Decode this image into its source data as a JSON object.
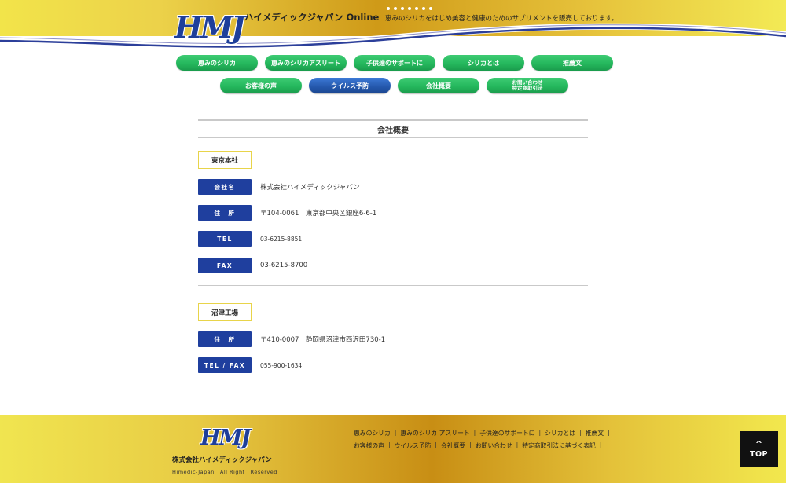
{
  "header": {
    "logo": "HMJ",
    "site_title": "ハイメディックジャパン Online",
    "tagline": "恵みのシリカをはじめ美容と健康のためのサプリメントを販売しております。"
  },
  "nav": {
    "row1": [
      {
        "label": "恵みのシリカ"
      },
      {
        "label": "恵みのシリカアスリート"
      },
      {
        "label": "子供達のサポートに"
      },
      {
        "label": "シリカとは"
      },
      {
        "label": "推薦文"
      }
    ],
    "row2": [
      {
        "label": "お客様の声"
      },
      {
        "label": "ウイルス予防"
      },
      {
        "label": "会社概要"
      },
      {
        "label_line1": "お問い合わせ",
        "label_line2": "特定商取引法"
      }
    ]
  },
  "main": {
    "title": "会社概要",
    "tokyo": {
      "heading": "東京本社",
      "rows": [
        {
          "label": "会社名",
          "value": "株式会社ハイメディックジャパン"
        },
        {
          "label": "住　所",
          "value": "〒104-0061　東京都中央区銀座6-6-1"
        },
        {
          "label": "TEL",
          "value": "03-6215-8851"
        },
        {
          "label": "FAX",
          "value": "03-6215-8700"
        }
      ]
    },
    "numazu": {
      "heading": "沼津工場",
      "rows": [
        {
          "label": "住　所",
          "value": "〒410-0007　静岡県沼津市西沢田730-1"
        },
        {
          "label": "TEL / FAX",
          "value": "055-900-1634"
        }
      ]
    }
  },
  "footer": {
    "logo": "HMJ",
    "company": "株式会社ハイメディックジャパン",
    "copyright": "Himedic-Japan　All Right　Reserved",
    "links_line1": [
      "恵みのシリカ",
      "恵みのシリカ アスリート",
      "子供達のサポートに",
      "シリカとは",
      "推薦文"
    ],
    "links_line2": [
      "お客様の声",
      "ウイルス予防",
      "会社概要",
      "お問い合わせ",
      "特定商取引法に基づく表記"
    ],
    "separator": "|"
  },
  "top_button": {
    "arrow": "^",
    "label": "TOP"
  },
  "colors": {
    "nav_green": "#25b85d",
    "nav_active_blue": "#2457ab",
    "label_blue": "#1f3f9e",
    "logo_blue": "#1e3f9a",
    "gold": "#cf9a18",
    "yellow": "#f2e44a"
  }
}
